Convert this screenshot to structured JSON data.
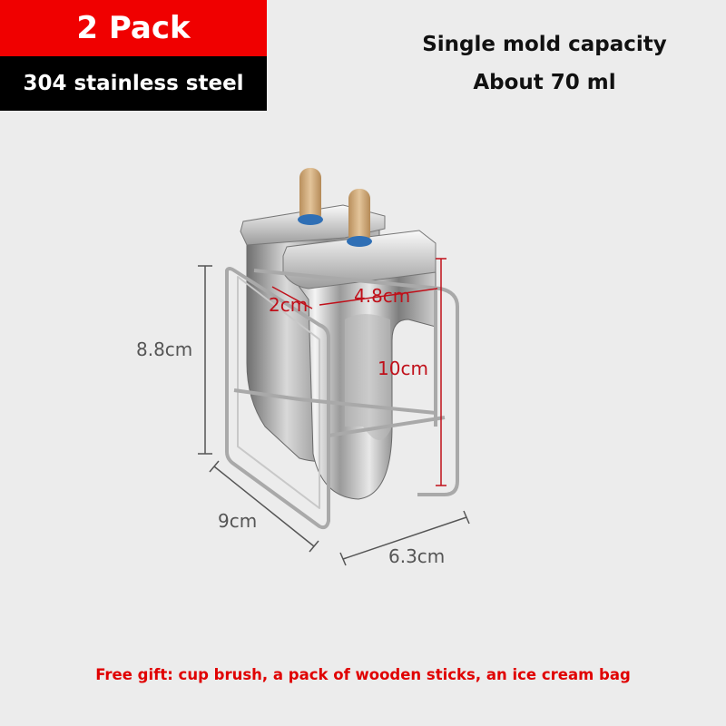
{
  "header": {
    "pack_label": "2 Pack",
    "material_label": "304 stainless steel"
  },
  "capacity": {
    "line1": "Single mold capacity",
    "line2": "About 70 ml"
  },
  "dimensions": {
    "height_rack": "8.8cm",
    "depth_rack": "9cm",
    "width_rack": "6.3cm",
    "mold_depth": "2cm",
    "mold_width": "4.8cm",
    "mold_height": "10cm"
  },
  "footer": {
    "gift_text": "Free gift: cup brush, a pack of wooden sticks, an ice cream bag"
  },
  "colors": {
    "red_banner": "#f00000",
    "black_banner": "#000000",
    "background": "#ececec",
    "dimension_red": "#c0101a",
    "gift_red": "#e00000"
  }
}
